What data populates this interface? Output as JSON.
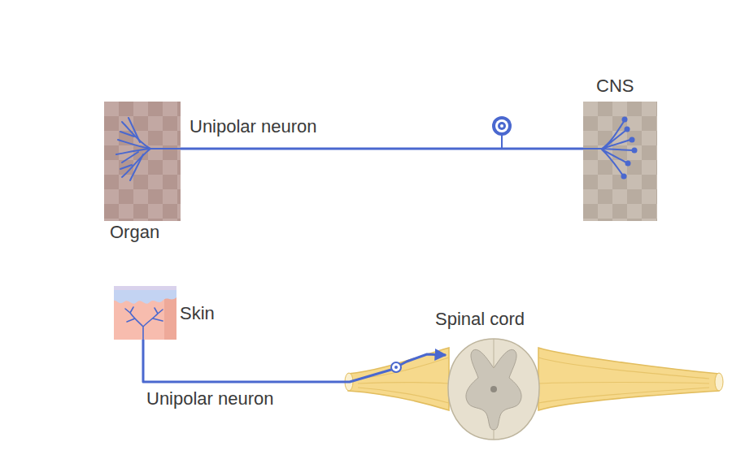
{
  "diagram": {
    "nodes": [
      {
        "text": [
          "Organ"
        ]
      },
      {
        "text": [
          "CNS"
        ]
      },
      {
        "text": [
          "Skin"
        ]
      },
      {
        "text": [
          "Spinal cord"
        ]
      }
    ],
    "edges": [
      {
        "from": 0,
        "to": 1,
        "arrow": "none",
        "label": "Unipolar neuron"
      },
      {
        "from": 2,
        "to": 3,
        "arrow": "to",
        "label": "Unipolar neuron"
      }
    ]
  }
}
